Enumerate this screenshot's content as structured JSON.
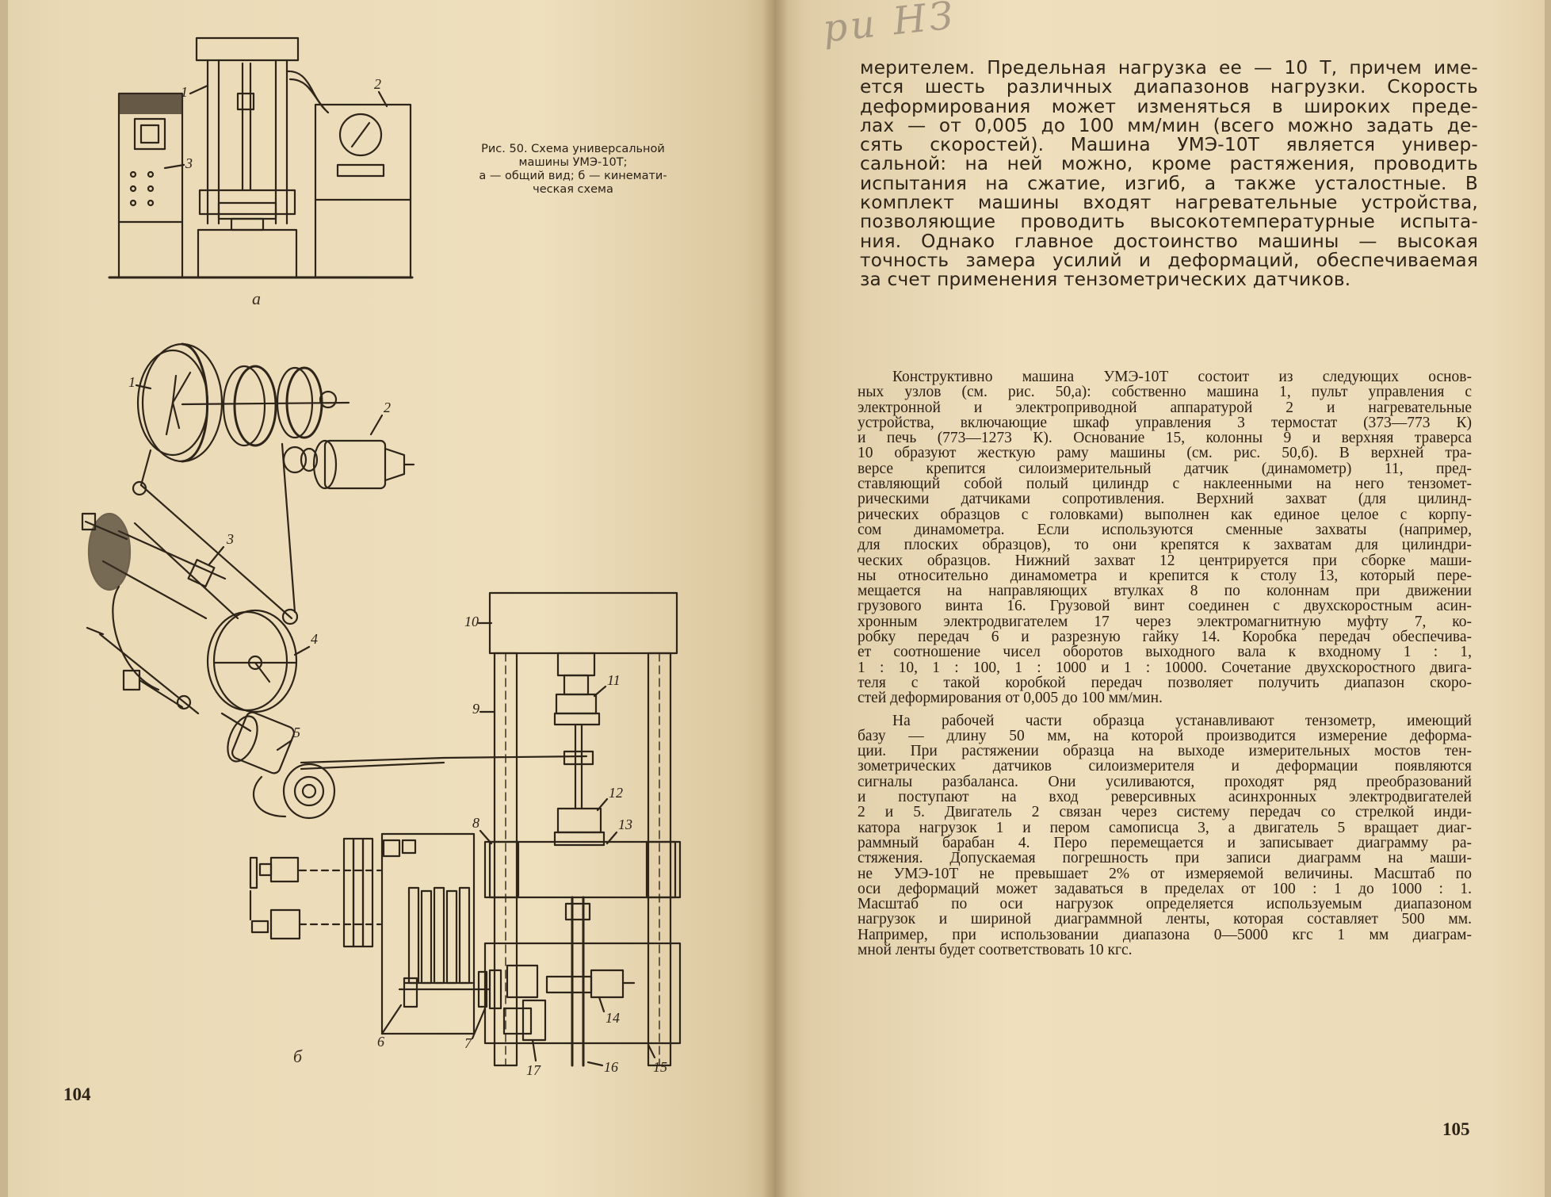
{
  "handwritten_note": "ри НЗ",
  "left_page": {
    "page_number": "104",
    "caption": {
      "line1": "Рис. 50. Схема универсальной",
      "line2": "машины УМЭ-10Т;",
      "line3": "а — общий вид; б — кинемати-",
      "line4": "ческая схема"
    },
    "fig_a": {
      "letter": "а",
      "labels": [
        "1",
        "2",
        "3"
      ]
    },
    "fig_b": {
      "letter": "б",
      "labels": [
        "1",
        "2",
        "3",
        "4",
        "5",
        "6",
        "7",
        "8",
        "9",
        "10",
        "11",
        "12",
        "13",
        "14",
        "15",
        "16",
        "17"
      ]
    }
  },
  "right_page": {
    "page_number": "105",
    "lead_lines": [
      "мерителем. Предельная нагрузка ее — 10 Т, причем име-",
      "ется шесть различных диапазонов нагрузки. Скорость",
      "деформирования может изменяться в широких преде-",
      "лах — от 0,005 до 100 мм/мин (всего можно задать де-",
      "сять скоростей). Машина УМЭ-10Т является универ-",
      "сальной: на ней можно, кроме растяжения, проводить",
      "испытания на сжатие, изгиб, а также усталостные. В",
      "комплект машины входят нагревательные устройства,",
      "позволяющие проводить высокотемпературные испыта-",
      "ния. Однако главное достоинство машины — высокая",
      "точность замера усилий и деформаций, обеспечиваемая",
      "за счет применения тензометрических датчиков."
    ],
    "para1_lines": [
      "Конструктивно машина УМЭ-10Т состоит из следующих основ-",
      "ных узлов (см. рис. 50,а): собственно машина 1, пульт управления с",
      "электронной и электроприводной аппаратурой 2 и нагревательные",
      "устройства, включающие шкаф управления 3 термостат (373—773 К)",
      "и печь (773—1273 К). Основание 15, колонны 9 и верхняя траверса",
      "10 образуют жесткую раму машины (см. рис. 50,б). В верхней тра-",
      "версе крепится силоизмерительный датчик (динамометр) 11, пред-",
      "ставляющий собой полый цилиндр с наклеенными на него тензомет-",
      "рическими датчиками сопротивления. Верхний захват (для цилинд-",
      "рических образцов с головками) выполнен как единое целое с корпу-",
      "сом динамометра. Если используются сменные захваты (например,",
      "для плоских образцов), то они крепятся к захватам для цилиндри-",
      "ческих образцов. Нижний захват 12 центрируется при сборке маши-",
      "ны относительно динамометра и крепится к столу 13, который пере-",
      "мещается на направляющих втулках 8 по колоннам при движении",
      "грузового винта 16. Грузовой винт соединен с двухскоростным асин-",
      "хронным электродвигателем 17 через электромагнитную муфту 7, ко-",
      "робку передач 6 и разрезную гайку 14. Коробка передач обеспечива-",
      "ет соотношение чисел оборотов выходного вала к входному 1 : 1,",
      "1 : 10, 1 : 100, 1 : 1000 и 1 : 10000. Сочетание двухскоростного двига-",
      "теля с такой коробкой передач позволяет получить диапазон скоро-",
      "стей деформирования от 0,005 до 100 мм/мин."
    ],
    "para2_lines": [
      "На рабочей части образца устанавливают тензометр, имеющий",
      "базу — длину 50 мм, на которой производится измерение деформа-",
      "ции. При растяжении образца на выходе измерительных мостов тен-",
      "зометрических датчиков силоизмерителя и деформации появляются",
      "сигналы разбаланса. Они усиливаются, проходят ряд преобразований",
      "и поступают на вход реверсивных асинхронных электродвигателей",
      "2 и 5. Двигатель 2 связан через систему передач со стрелкой инди-",
      "катора нагрузок 1 и пером самописца 3, а двигатель 5 вращает диаг-",
      "раммный барабан 4. Перо перемещается и записывает диаграмму ра-",
      "стяжения. Допускаемая погрешность при записи диаграмм на маши-",
      "не УМЭ-10Т не превышает 2% от измеряемой величины. Масштаб по",
      "оси деформаций может задаваться в пределах от 100 : 1 до 1000 : 1.",
      "Масштаб по оси нагрузок определяется используемым диапазоном",
      "нагрузок и шириной диаграммной ленты, которая составляет 500 мм.",
      "Например, при использовании диапазона 0—5000 кгс 1 мм диаграм-",
      "мной ленты будет соответствовать 10 кгс."
    ]
  }
}
